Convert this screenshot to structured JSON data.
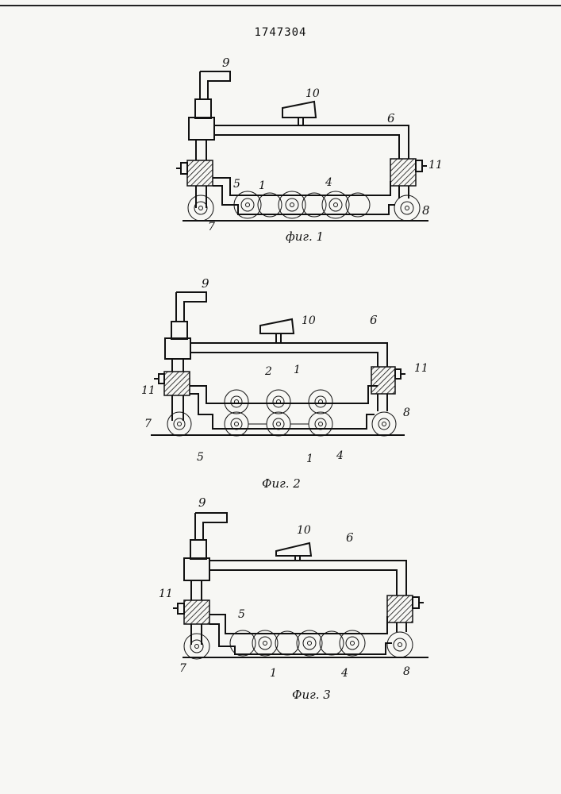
{
  "patent_number": "1747304",
  "figures": [
    {
      "caption": "фиг. 1",
      "labels": [
        "9",
        "10",
        "6",
        "11",
        "5",
        "1",
        "4",
        "7",
        "8"
      ]
    },
    {
      "caption": "Фиг. 2",
      "labels": [
        "9",
        "10",
        "6",
        "11",
        "11",
        "2",
        "1",
        "7",
        "8",
        "5",
        "1",
        "4"
      ]
    },
    {
      "caption": "Фиг. 3",
      "labels": [
        "9",
        "10",
        "6",
        "11",
        "5",
        "7",
        "1",
        "4",
        "8"
      ]
    }
  ]
}
